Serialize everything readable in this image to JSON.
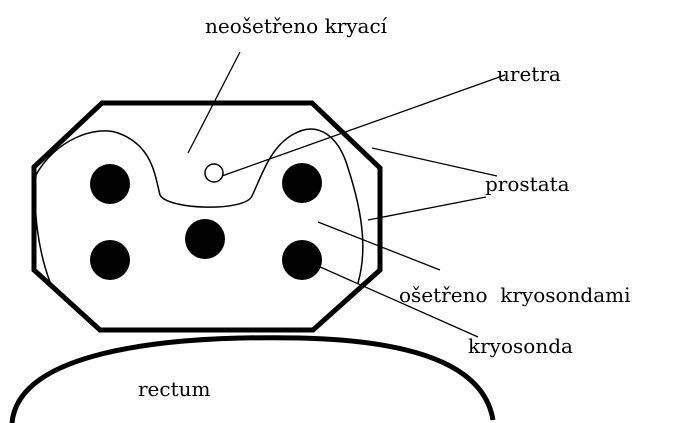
{
  "labels": {
    "untreated": "neošetřeno kryací",
    "urethra": "uretra",
    "prostate": "prostata",
    "treated": "ošetřeno  kryosondami",
    "probe": "kryosonda",
    "rectum": "rectum"
  },
  "probe_count": 5,
  "colors": {
    "ink": "#000000",
    "background": "#ffffff"
  }
}
